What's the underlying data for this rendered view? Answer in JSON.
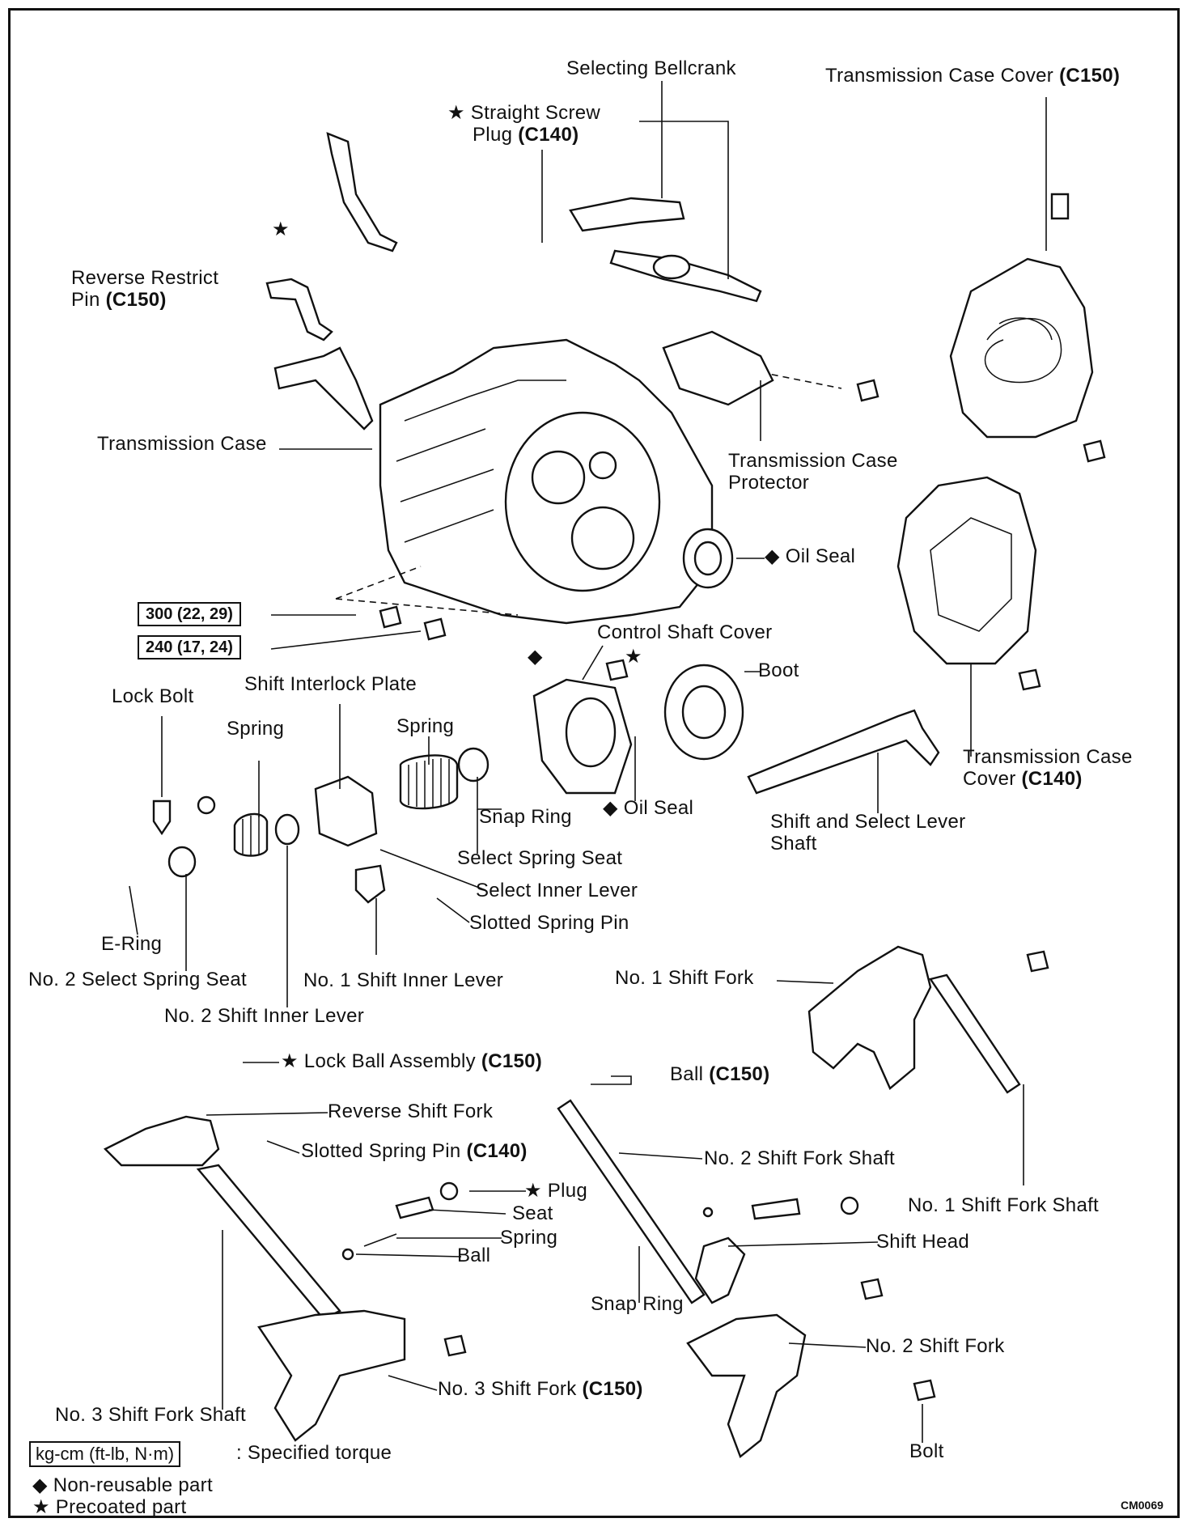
{
  "symbols": {
    "star": "★",
    "diamond": "◆"
  },
  "labels": {
    "selecting_bellcrank": "Selecting Bellcrank",
    "transmission_case_cover_c150": "Transmission Case Cover",
    "c150": "(C150)",
    "c140": "(C140)",
    "straight_screw": "Straight Screw",
    "plug": "Plug",
    "reverse_restrict": "Reverse Restrict",
    "pin": "Pin",
    "transmission_case": "Transmission Case",
    "transmission_case_protector_1": "Transmission Case",
    "transmission_case_protector_2": "Protector",
    "oil_seal": "Oil Seal",
    "control_shaft_cover": "Control Shaft Cover",
    "boot": "Boot",
    "transmission_case_cover_c140_1": "Transmission Case",
    "transmission_case_cover_c140_2": "Cover",
    "lock_bolt": "Lock Bolt",
    "shift_interlock_plate": "Shift Interlock Plate",
    "spring": "Spring",
    "snap_ring": "Snap Ring",
    "select_spring_seat": "Select Spring Seat",
    "select_inner_lever": "Select Inner Lever",
    "slotted_spring_pin": "Slotted Spring Pin",
    "shift_and_select_1": "Shift and Select Lever",
    "shift_and_select_2": "Shaft",
    "e_ring": "E-Ring",
    "no2_select_spring_seat": "No. 2 Select Spring Seat",
    "no1_shift_inner_lever": "No. 1 Shift Inner Lever",
    "no2_shift_inner_lever": "No. 2 Shift Inner Lever",
    "no1_shift_fork": "No. 1 Shift Fork",
    "lock_ball_assembly": "Lock Ball Assembly",
    "ball": "Ball",
    "reverse_shift_fork": "Reverse Shift Fork",
    "slotted_spring_pin_c140": "Slotted Spring Pin",
    "no2_shift_fork_shaft": "No. 2 Shift Fork Shaft",
    "no1_shift_fork_shaft": "No. 1 Shift Fork Shaft",
    "seat": "Seat",
    "shift_head": "Shift Head",
    "no2_shift_fork": "No. 2 Shift Fork",
    "no3_shift_fork": "No. 3 Shift Fork",
    "no3_shift_fork_shaft": "No. 3 Shift Fork Shaft",
    "bolt": "Bolt"
  },
  "torque": {
    "t300": "300 (22, 29)",
    "t240": "240 (17, 24)"
  },
  "legend": {
    "unit_box": "kg-cm (ft-lb, N·m)",
    "specified_torque": ": Specified torque",
    "non_reusable": "Non-reusable part",
    "precoated": "Precoated part"
  },
  "figure_code": "CM0069"
}
